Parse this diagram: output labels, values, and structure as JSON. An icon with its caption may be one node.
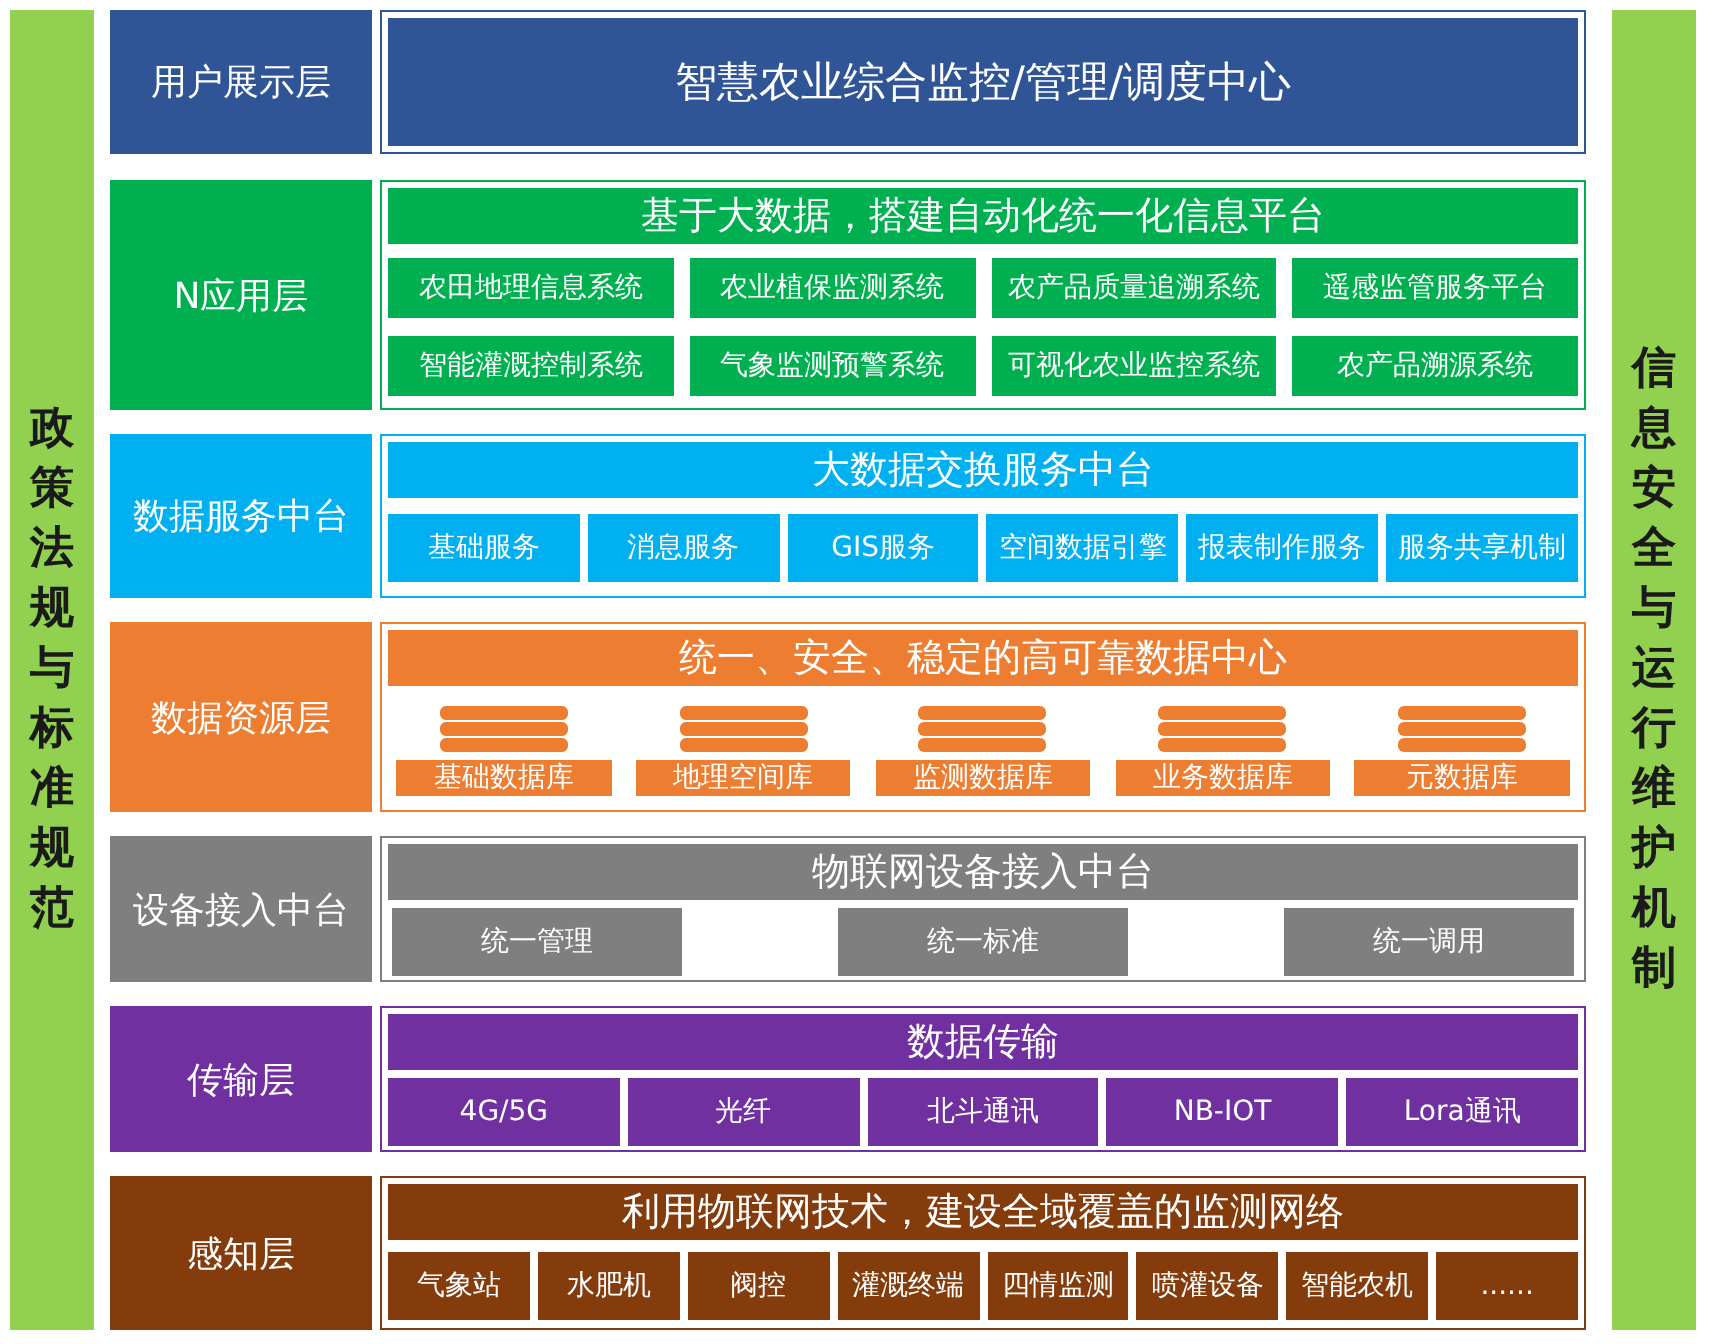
{
  "diagram": {
    "nodes": [
      {
        "text": [
          "政策法规与标准规范"
        ]
      },
      {
        "text": [
          "用户展示层"
        ]
      },
      {
        "text": [
          "智慧农业综合监控/管理/调度中心"
        ]
      },
      {
        "text": [
          "N应用层"
        ]
      },
      {
        "text": [
          "基于大数据，搭建自动化统一化信息平台"
        ]
      },
      {
        "text": [
          "农田地理信息系统"
        ]
      },
      {
        "text": [
          "农业植保监测系统"
        ]
      },
      {
        "text": [
          "农产品质量追溯系统"
        ]
      },
      {
        "text": [
          "遥感监管服务平台"
        ]
      },
      {
        "text": [
          "智能灌溉控制系统"
        ]
      },
      {
        "text": [
          "气象监测预警系统"
        ]
      },
      {
        "text": [
          "可视化农业监控系统"
        ]
      },
      {
        "text": [
          "农产品溯源系统"
        ]
      },
      {
        "text": [
          "数据服务中台"
        ]
      },
      {
        "text": [
          "大数据交换服务中台"
        ]
      },
      {
        "text": [
          "基础服务"
        ]
      },
      {
        "text": [
          "消息服务"
        ]
      },
      {
        "text": [
          "GIS服务"
        ]
      },
      {
        "text": [
          "空间数据引擎"
        ]
      },
      {
        "text": [
          "报表制作服务"
        ]
      },
      {
        "text": [
          "服务共享机制"
        ]
      },
      {
        "text": [
          "数据资源层"
        ]
      },
      {
        "text": [
          "统一、安全、稳定的高可靠数据中心"
        ]
      },
      {
        "text": [
          "基础数据库"
        ]
      },
      {
        "text": [
          "地理空间库"
        ]
      },
      {
        "text": [
          "监测数据库"
        ]
      },
      {
        "text": [
          "业务数据库"
        ]
      },
      {
        "text": [
          "元数据库"
        ]
      },
      {
        "text": [
          "设备接入中台"
        ]
      },
      {
        "text": [
          "物联网设备接入中台"
        ]
      },
      {
        "text": [
          "统一管理"
        ]
      },
      {
        "text": [
          "统一标准"
        ]
      },
      {
        "text": [
          "统一调用"
        ]
      },
      {
        "text": [
          "传输层"
        ]
      },
      {
        "text": [
          "数据传输"
        ]
      },
      {
        "text": [
          "4G/5G"
        ]
      },
      {
        "text": [
          "光纤"
        ]
      },
      {
        "text": [
          "北斗通讯"
        ]
      },
      {
        "text": [
          "NB-IOT"
        ]
      },
      {
        "text": [
          "Lora通讯"
        ]
      },
      {
        "text": [
          "感知层"
        ]
      },
      {
        "text": [
          "利用物联网技术，建设全域覆盖的监测网络"
        ]
      },
      {
        "text": [
          "气象站"
        ]
      },
      {
        "text": [
          "水肥机"
        ]
      },
      {
        "text": [
          "阀控"
        ]
      },
      {
        "text": [
          "灌溉终端"
        ]
      },
      {
        "text": [
          "四情监测"
        ]
      },
      {
        "text": [
          "喷灌设备"
        ]
      },
      {
        "text": [
          "智能农机"
        ]
      },
      {
        "text": [
          "......"
        ]
      },
      {
        "text": [
          "信息安全与运行维护机制"
        ]
      }
    ]
  }
}
